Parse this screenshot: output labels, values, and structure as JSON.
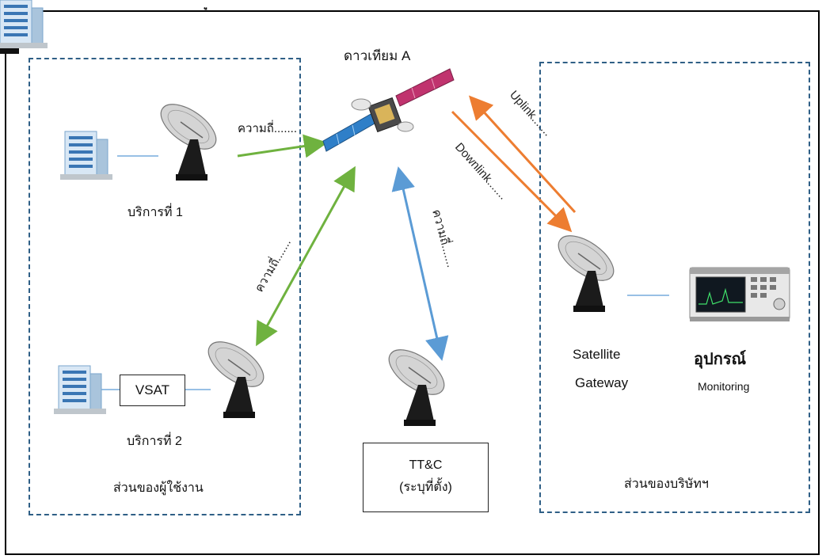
{
  "satellite_label": "ดาวเทียม A",
  "user_side": {
    "title": "ส่วนของผู้ใช้งาน",
    "service1_label": "บริการที่ 1",
    "service2_label": "บริการที่ 2",
    "vsat_label": "VSAT"
  },
  "company_side": {
    "title": "ส่วนของบริษัทฯ",
    "gateway_label_line1": "Satellite",
    "gateway_label_line2": "Gateway",
    "monitoring_label_line1": "อุปกรณ์",
    "monitoring_label_line2": "Monitoring"
  },
  "ttc": {
    "line1": "TT&C",
    "line2": "(ระบุที่ตั้ง)"
  },
  "links": {
    "freq1": "ความถี่.......",
    "freq2": "ความถี่.......",
    "freq3": "ความถี่.......",
    "uplink": "Uplink.......",
    "downlink": "Downlink......."
  },
  "colors": {
    "green": "#6fb23f",
    "blue": "#5b9bd5",
    "orange": "#ed7d31",
    "dash": "#2f5f86"
  }
}
